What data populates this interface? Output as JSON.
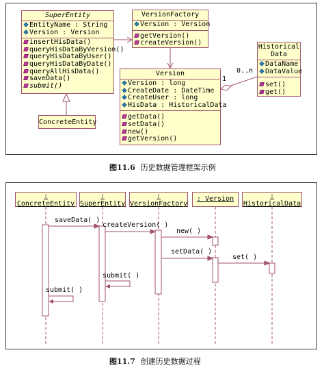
{
  "figure1": {
    "super_entity": {
      "name": "SuperEntity",
      "attributes": [
        "EntityName : String",
        "Version : Version"
      ],
      "operations": [
        "insertHisData()",
        "queryHisDataByVersion()",
        "queryHisDataByUser()",
        "queryHisDataByDate()",
        "queryAllHisData()",
        "saveData()",
        "submit()"
      ]
    },
    "version_factory": {
      "name": "VersionFactory",
      "attributes": [
        "Version : Version"
      ],
      "operations": [
        "getVersion()",
        "createVersion()"
      ]
    },
    "historical_data": {
      "name_line1": "Historical",
      "name_line2": "Data",
      "attributes": [
        "DataName",
        "DataValue"
      ],
      "operations": [
        "set()",
        "get()"
      ]
    },
    "version": {
      "name": "Version",
      "attributes": [
        "Version : long",
        "CreateDate : DateTime",
        "CreateUser : long",
        "HisData : HistoricalData"
      ],
      "operations": [
        "getData()",
        "setData()",
        "new()",
        "getVersion()"
      ]
    },
    "concrete_entity": {
      "name": "ConcreteEntity"
    },
    "multiplicity_one": "1",
    "multiplicity_many": "0..n",
    "caption_number": "图11.6",
    "caption_text": "历史数据管理框架示例"
  },
  "figure2": {
    "lifelines": [
      {
        "colon": ":",
        "name": "ConcreteEntity"
      },
      {
        "colon": ":",
        "name": "SuperEntity"
      },
      {
        "colon": ":",
        "name": "VersionFactory"
      },
      {
        "colon": "",
        "name": ": Version"
      },
      {
        "colon": ":",
        "name": "HistoricalData"
      }
    ],
    "messages": [
      "saveData( )",
      "createVersion( )",
      "new( )",
      "setData( )",
      "set( )",
      "submit( )",
      "submit( )"
    ],
    "caption_number": "图11.7",
    "caption_text": "创建历史数据过程"
  }
}
